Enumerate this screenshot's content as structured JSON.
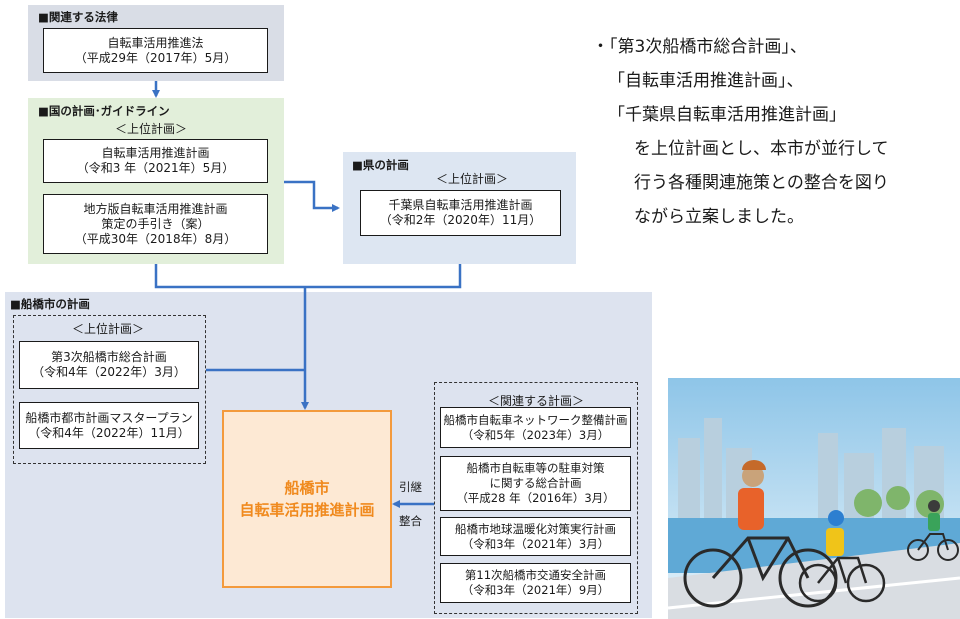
{
  "colors": {
    "panel_law": "#d9dde6",
    "panel_national": "#e2efda",
    "panel_prefecture": "#dde6f2",
    "panel_city": "#dde3ef",
    "arrow_blue": "#3a72c4",
    "core_fill": "#fde9d4",
    "core_border": "#f39a3c",
    "core_text": "#f08a1e"
  },
  "law": {
    "header": "■関連する法律",
    "box": {
      "line1": "自転車活用推進法",
      "line2": "（平成29年（2017年）5月）"
    }
  },
  "national": {
    "header": "■国の計画･ガイドライン",
    "subheader": "＜上位計画＞",
    "box1": {
      "line1": "自転車活用推進計画",
      "line2": "（令和3 年（2021年）5月）"
    },
    "box2": {
      "line1": "地方版自転車活用推進計画",
      "line2": "策定の手引き（案）",
      "line3": "（平成30年（2018年）8月）"
    }
  },
  "prefecture": {
    "header": "■県の計画",
    "subheader": "＜上位計画＞",
    "box": {
      "line1": "千葉県自転車活用推進計画",
      "line2": "（令和2年（2020年）11月）"
    }
  },
  "city": {
    "header": "■船橋市の計画",
    "upper_label": "＜上位計画＞",
    "upper_box1": {
      "line1": "第3次船橋市総合計画",
      "line2": "（令和4年（2022年）3月）"
    },
    "upper_box2": {
      "line1": "船橋市都市計画マスタープラン",
      "line2": "（令和4年（2022年）11月）"
    },
    "core": {
      "line1": "船橋市",
      "line2": "自転車活用推進計画"
    },
    "side_label1": "引継",
    "side_label2": "整合",
    "related_label": "＜関連する計画＞",
    "related": [
      {
        "line1": "船橋市自転車ネットワーク整備計画",
        "line2": "（令和5年（2023年）3月）"
      },
      {
        "line1": "船橋市自転車等の駐車対策",
        "line2": "に関する総合計画",
        "line3": "（平成28 年（2016年）3月）"
      },
      {
        "line1": "船橋市地球温暖化対策実行計画",
        "line2": "（令和3年（2021年）3月）"
      },
      {
        "line1": "第11次船橋市交通安全計画",
        "line2": "（令和3年（2021年）9月）"
      }
    ]
  },
  "description": {
    "line1": "・「第3次船橋市総合計画」、",
    "line2": "「自転車活用推進計画」、",
    "line3": "「千葉県自転車活用推進計画」",
    "line4": "を上位計画とし、本市が並行して",
    "line5": "行う各種関連施策との整合を図り",
    "line6": "ながら立案しました。"
  },
  "illustration": "cyclists-illustration"
}
